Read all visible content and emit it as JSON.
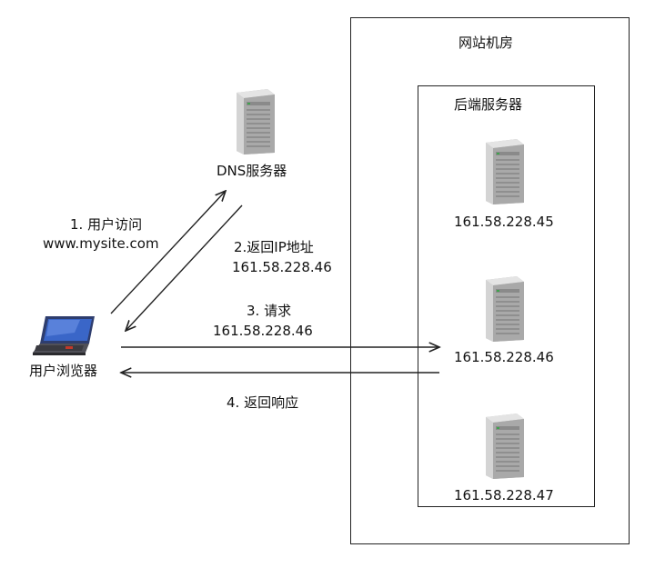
{
  "datacenter": {
    "title": "网站机房"
  },
  "backend": {
    "title": "后端服务器"
  },
  "dns": {
    "label": "DNS服务器",
    "icon": "server-icon"
  },
  "browser": {
    "label": "用户浏览器",
    "icon": "laptop-icon"
  },
  "servers": [
    {
      "ip": "161.58.228.45",
      "icon": "server-icon"
    },
    {
      "ip": "161.58.228.46",
      "icon": "server-icon"
    },
    {
      "ip": "161.58.228.47",
      "icon": "server-icon"
    }
  ],
  "steps": {
    "step1_title": "1. 用户访问",
    "step1_detail": "www.mysite.com",
    "step2_title": "2.返回IP地址",
    "step2_detail": "161.58.228.46",
    "step3_title": "3. 请求",
    "step3_detail": "161.58.228.46",
    "step4_title": "4. 返回响应"
  },
  "colors": {
    "line": "#222222",
    "server_body": "#c8c8c8",
    "laptop_screen": "#3a66c8"
  }
}
